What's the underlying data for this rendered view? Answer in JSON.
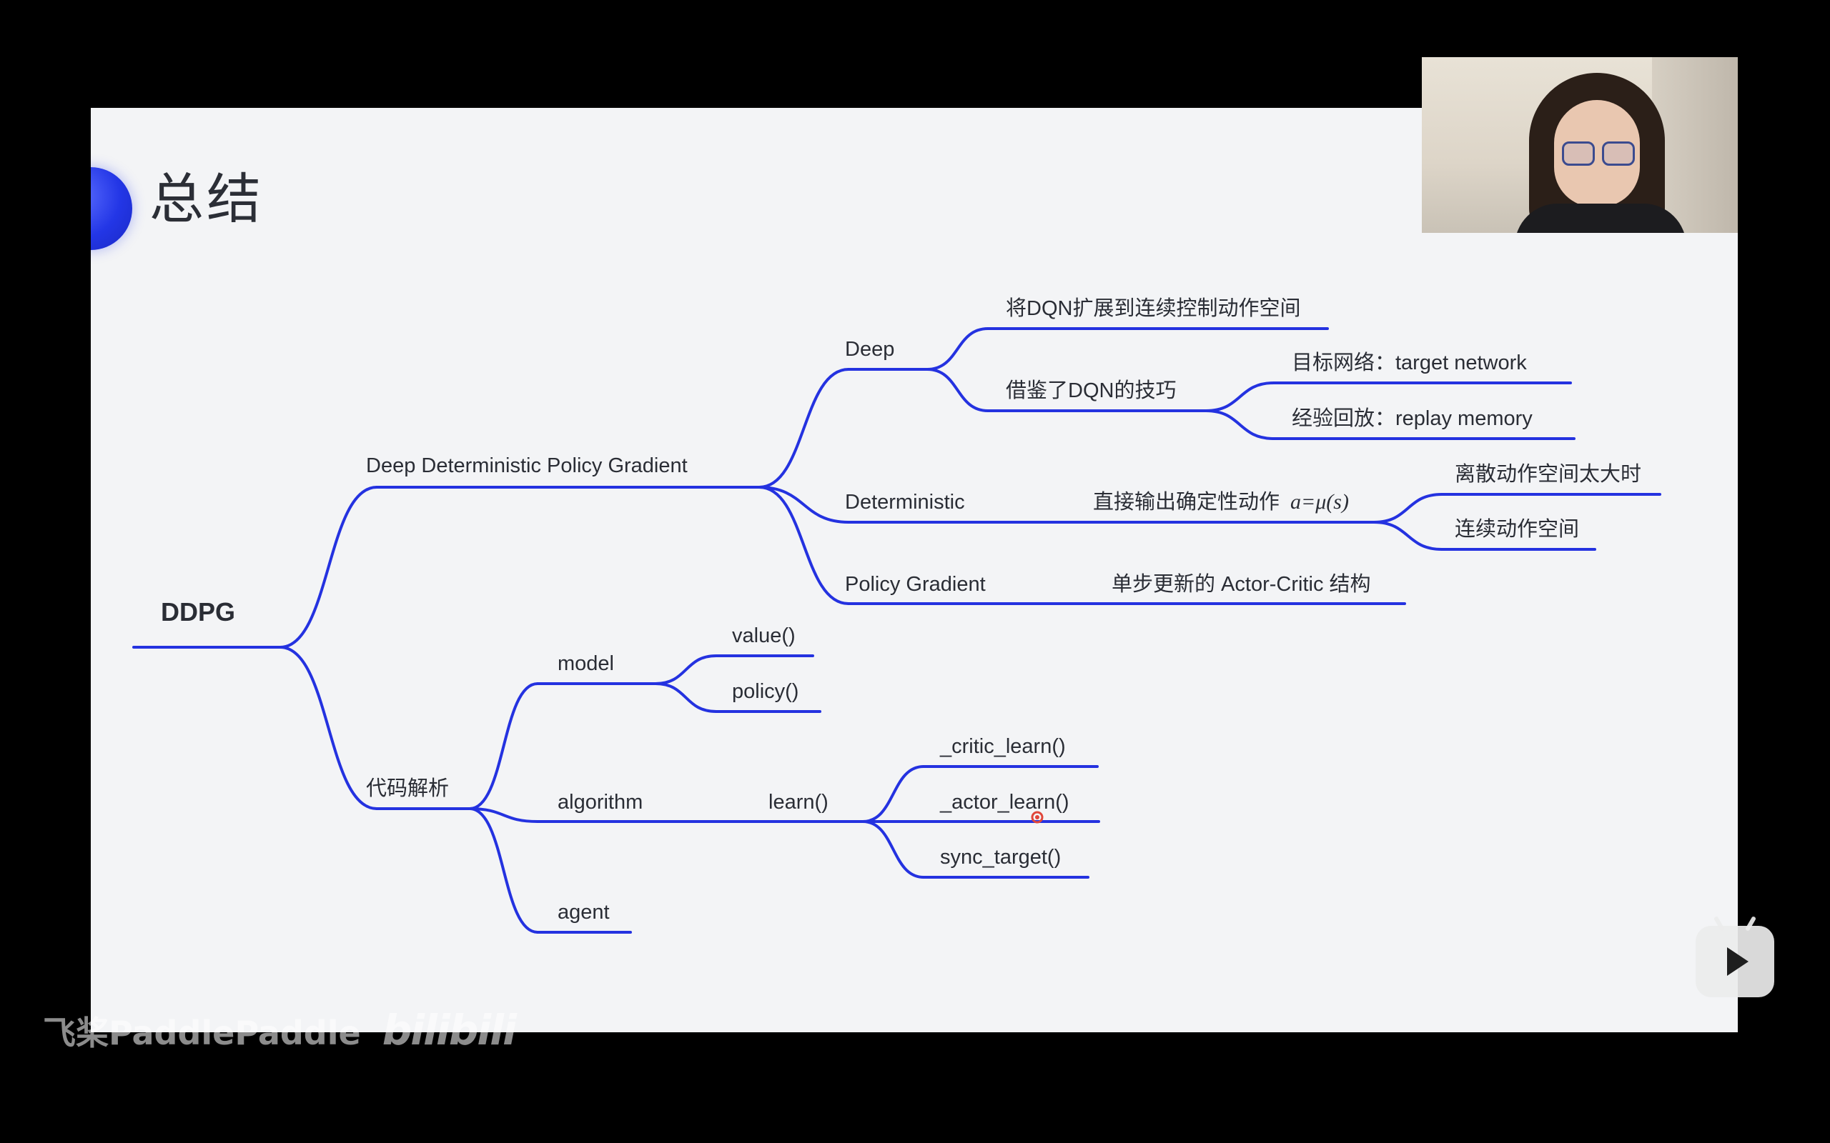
{
  "slide": {
    "title": "总结",
    "accent_color": "#2432e0",
    "background_color": "#f3f4f6"
  },
  "mindmap": {
    "root": "DDPG",
    "nodes": {
      "ddpg_full": "Deep Deterministic Policy Gradient",
      "deep": "Deep",
      "deep_extend": "将DQN扩展到连续控制动作空间",
      "deep_borrow": "借鉴了DQN的技巧",
      "target_network": "目标网络：target network",
      "replay_memory": "经验回放：replay memory",
      "deterministic": "Deterministic",
      "det_output": "直接输出确定性动作",
      "det_formula": "a=μ(s)",
      "discrete_large": "离散动作空间太大时",
      "continuous_space": "连续动作空间",
      "policy_gradient": "Policy Gradient",
      "single_step": "单步更新的 Actor-Critic 结构",
      "code_analysis": "代码解析",
      "model": "model",
      "value_fn": "value()",
      "policy_fn": "policy()",
      "algorithm": "algorithm",
      "learn_fn": "learn()",
      "critic_learn": "_critic_learn()",
      "actor_learn": "_actor_learn()",
      "sync_target": "sync_target()",
      "agent": "agent"
    }
  },
  "overlay": {
    "watermark_brand": "飞桨PaddlePaddle",
    "watermark_site": "bilibili",
    "play_button_icon": "bilibili-tv-play-icon",
    "webcam": "presenter-webcam"
  }
}
